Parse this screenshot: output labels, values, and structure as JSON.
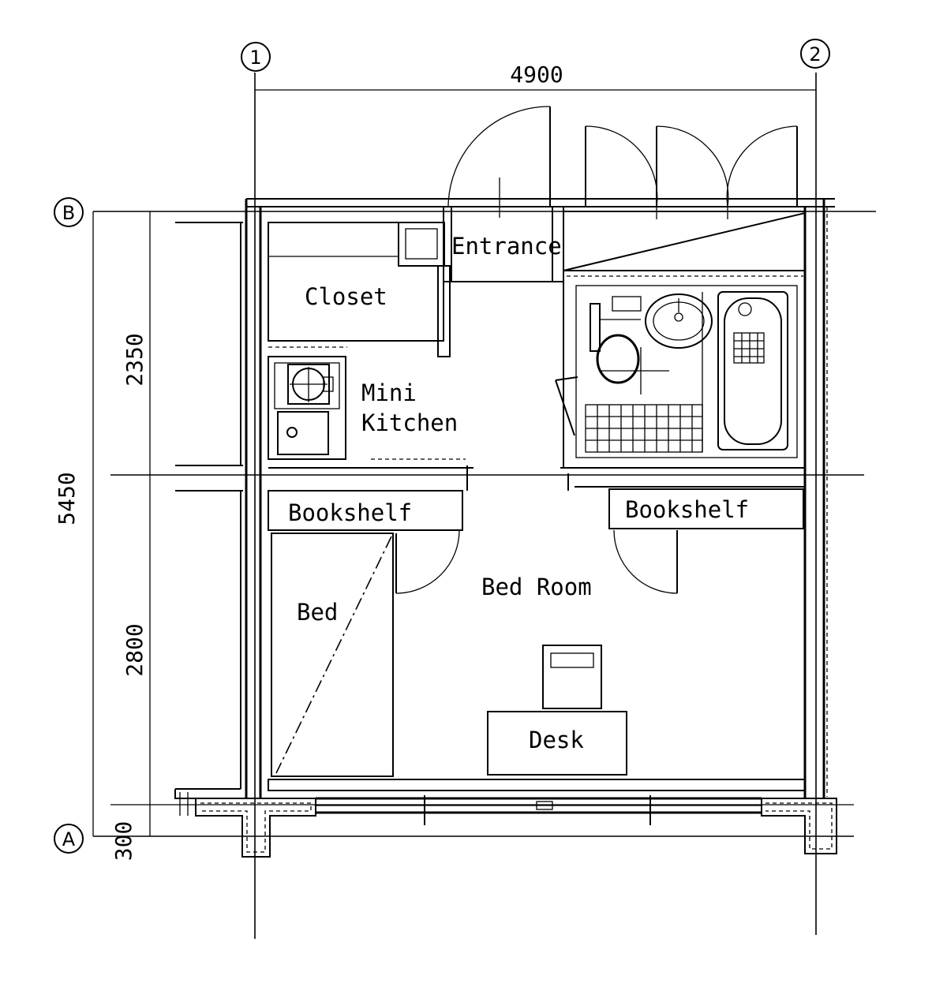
{
  "grid_axes": {
    "col_1": "1",
    "col_2": "2",
    "row_a": "A",
    "row_b": "B"
  },
  "dimensions": {
    "overall_width": "4900",
    "overall_depth": "5450",
    "upper_depth": "2350",
    "lower_depth": "2800",
    "balcony_depth": "300"
  },
  "rooms": {
    "entrance": "Entrance",
    "closet": "Closet",
    "kitchen_line1": "Mini",
    "kitchen_line2": "Kitchen",
    "bookshelf_left": "Bookshelf",
    "bookshelf_right": "Bookshelf",
    "bedroom": "Bed Room",
    "bed": "Bed",
    "desk": "Desk"
  }
}
